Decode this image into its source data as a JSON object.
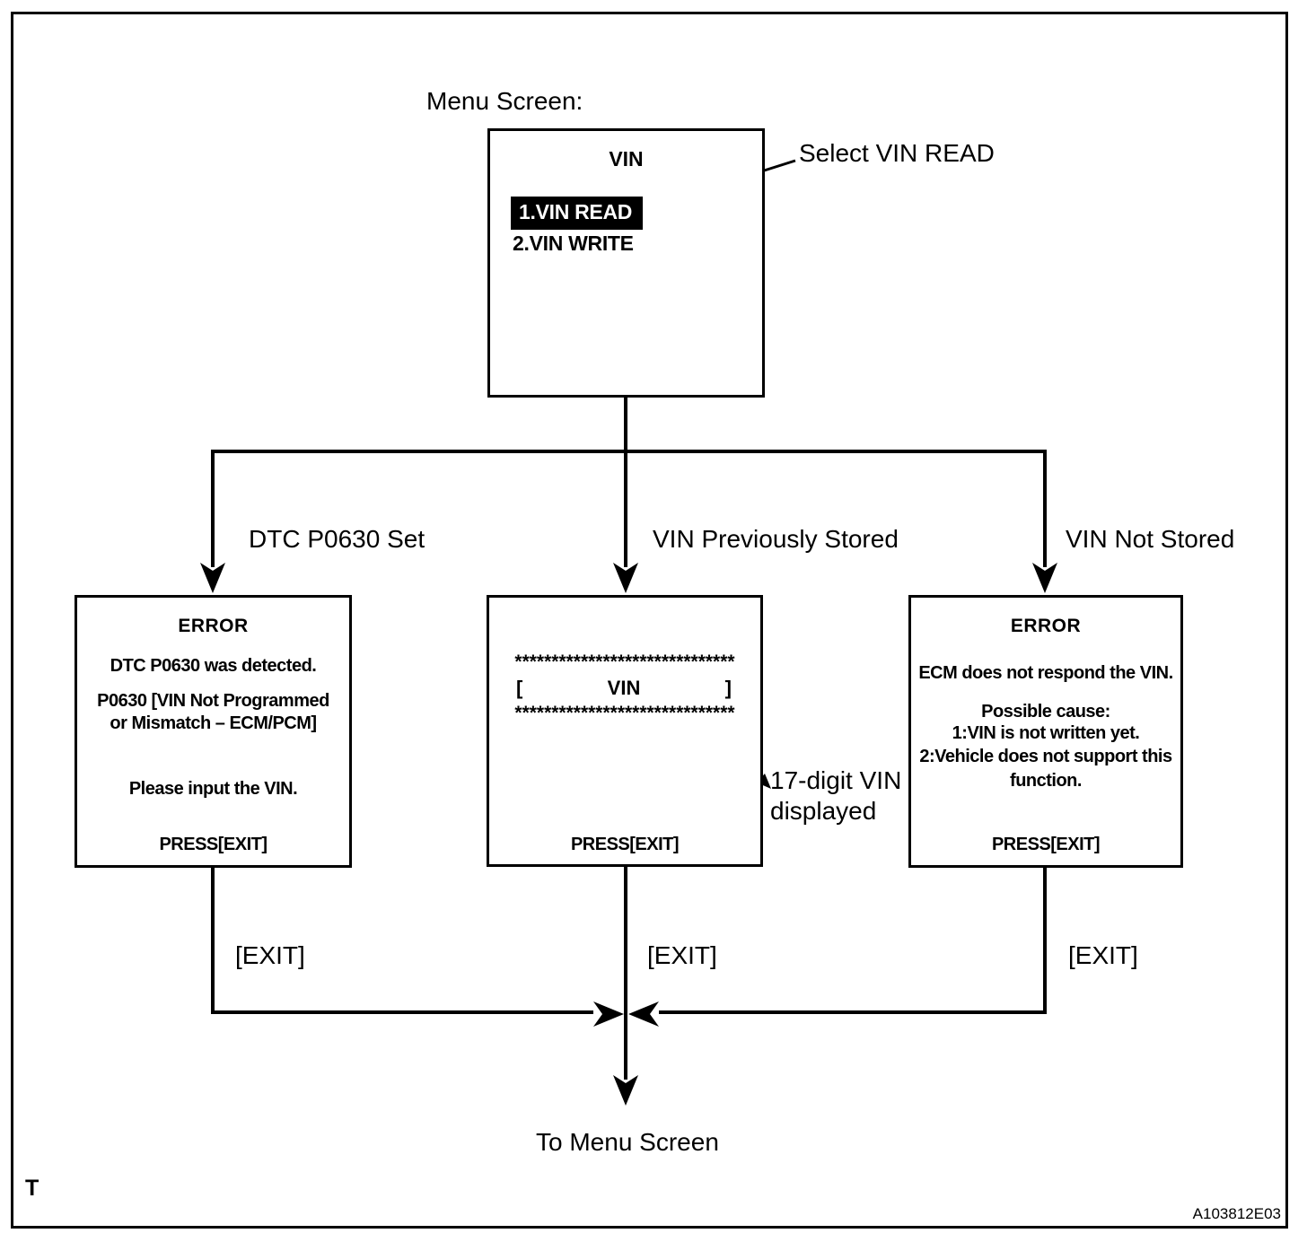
{
  "diagram": {
    "menu_screen_label": "Menu Screen:",
    "select_annotation": "Select VIN READ",
    "to_menu_label": "To Menu Screen",
    "footer_mark": "T",
    "doc_code": "A103812E03"
  },
  "menu_box": {
    "title": "VIN",
    "item_selected": "1.VIN READ",
    "item_unselected": "2.VIN WRITE"
  },
  "branches": {
    "left_label": "DTC P0630 Set",
    "middle_label": "VIN Previously Stored",
    "right_label": "VIN Not Stored",
    "left_exit": "[EXIT]",
    "middle_exit": "[EXIT]",
    "right_exit": "[EXIT]"
  },
  "dtc_error_box": {
    "title": "ERROR",
    "lines": [
      "DTC P0630 was detected.",
      "P0630  [VIN Not Programmed",
      "or Mismatch – ECM/PCM]",
      "Please input the VIN."
    ],
    "press_label": "PRESS[EXIT]"
  },
  "vin_display_box": {
    "stars_top": "******************************",
    "bracket_open": "[",
    "vin_label": "VIN",
    "bracket_close": "]",
    "stars_bottom": "******************************",
    "press_label": "PRESS[EXIT]",
    "annotation_line1": "17-digit VIN",
    "annotation_line2": "displayed"
  },
  "ecm_error_box": {
    "title": "ERROR",
    "lines": [
      "ECM does not respond the VIN.",
      "Possible cause:",
      "1:VIN is not written yet.",
      "2:Vehicle does not support this",
      "function."
    ],
    "press_label": "PRESS[EXIT]"
  },
  "colors": {
    "ink": "#000000",
    "paper": "#ffffff",
    "highlight_bg": "#000000",
    "highlight_text": "#ffffff"
  }
}
